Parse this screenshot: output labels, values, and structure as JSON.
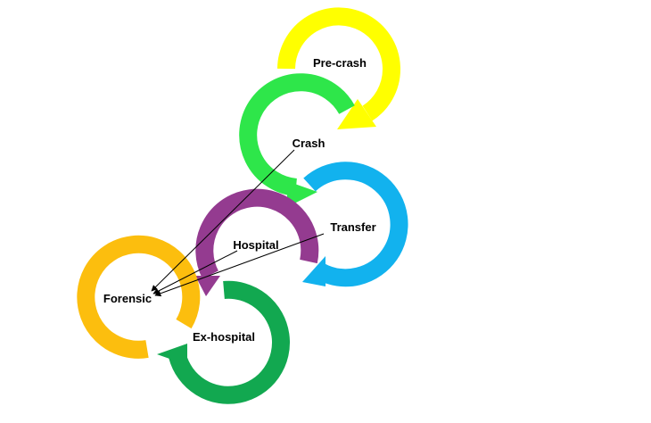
{
  "colors": {
    "pre_crash": "#ffff00",
    "crash": "#2ee64a",
    "transfer": "#12b2ee",
    "hospital": "#943b90",
    "forensic": "#fcbe0e",
    "ex_hospital": "#12a850",
    "pointer": "#000000"
  },
  "stages": {
    "pre_crash": {
      "label": "Pre-crash"
    },
    "crash": {
      "label": "Crash"
    },
    "transfer": {
      "label": "Transfer"
    },
    "hospital": {
      "label": "Hospital"
    },
    "forensic": {
      "label": "Forensic"
    },
    "ex_hospital": {
      "label": "Ex-hospital"
    }
  }
}
